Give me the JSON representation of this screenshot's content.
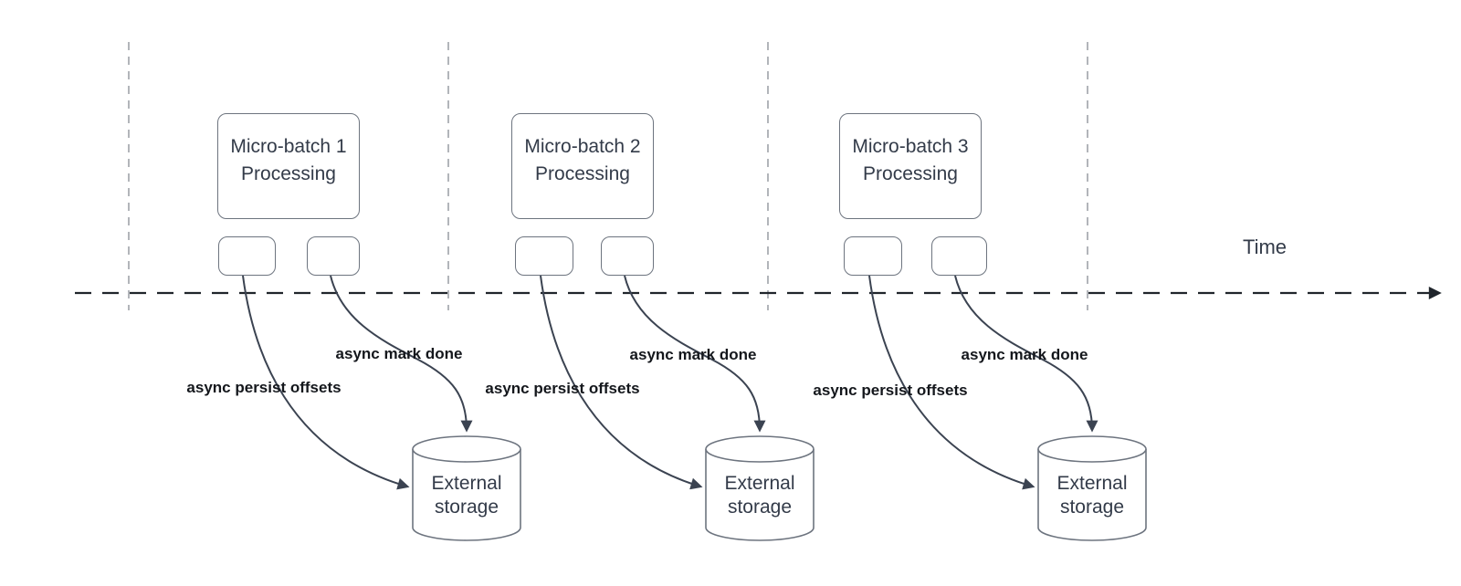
{
  "diagram": {
    "time_axis": {
      "label": "Time"
    },
    "batches": [
      {
        "processing_label": "Micro-batch 1\nProcessing",
        "persist_label": "async persist offsets",
        "mark_done_label": "async mark done",
        "storage_label": "External\nstorage"
      },
      {
        "processing_label": "Micro-batch 2\nProcessing",
        "persist_label": "async persist offsets",
        "mark_done_label": "async mark done",
        "storage_label": "External\nstorage"
      },
      {
        "processing_label": "Micro-batch 3\nProcessing",
        "persist_label": "async persist offsets",
        "mark_done_label": "async mark done",
        "storage_label": "External\nstorage"
      }
    ],
    "colors": {
      "background": "#ffffff",
      "guide": "#b2b5ba",
      "axis": "#20252c",
      "curve": "#3b4351",
      "shape_stroke": "#6d747f",
      "shape_text": "#333b49",
      "label_text": "#14171c"
    }
  }
}
